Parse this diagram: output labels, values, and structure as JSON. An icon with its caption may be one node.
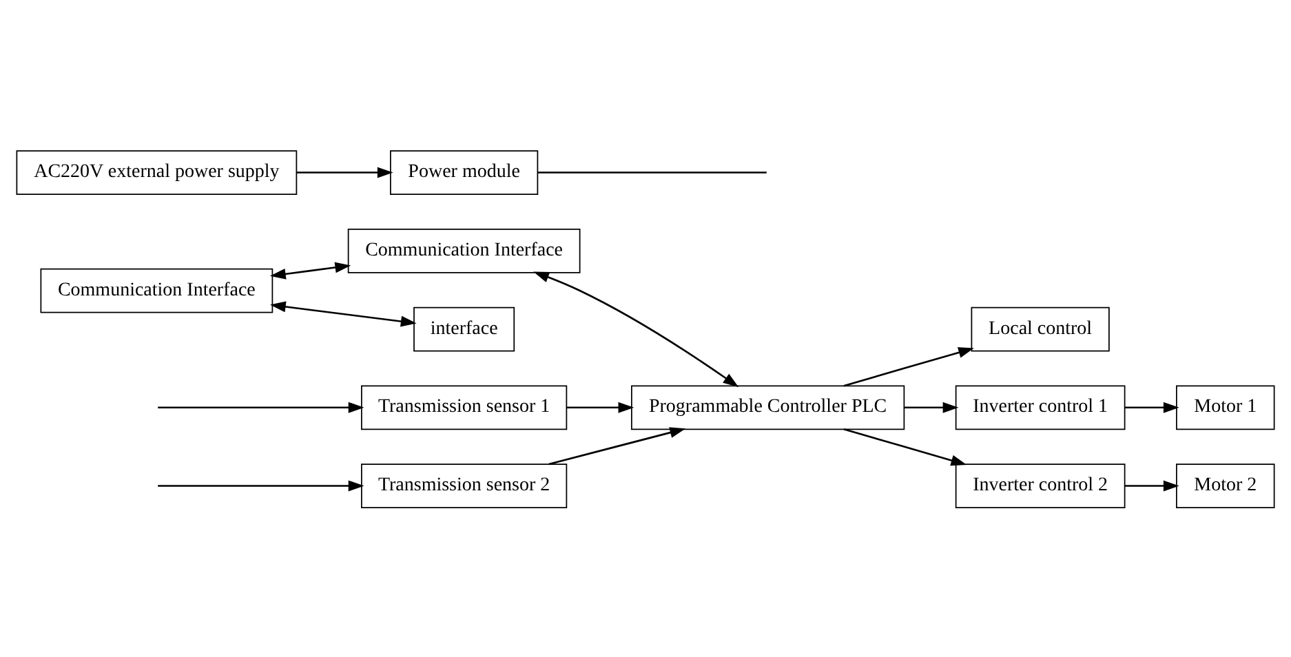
{
  "diagram": {
    "nodes": [
      {
        "text": [
          "Communication Interface"
        ]
      },
      {
        "text": [
          "Communication Interface"
        ]
      },
      {
        "text": [
          "interface"
        ]
      },
      {
        "text": [
          "Local control"
        ]
      },
      {
        "text": [
          "Programmable Controller PLC"
        ]
      },
      {
        "text": [
          "Transmission sensor 1"
        ]
      },
      {
        "text": [
          "Transmission sensor 2"
        ]
      },
      {
        "text": [
          "Inverter control 1"
        ]
      },
      {
        "text": [
          "Inverter control 2"
        ]
      },
      {
        "text": [
          "Motor 1"
        ]
      },
      {
        "text": [
          "Motor 2"
        ]
      },
      {
        "text": [
          "AC220V external power supply"
        ]
      },
      {
        "text": [
          "Power module"
        ]
      }
    ],
    "edges": [
      {
        "from": 0,
        "to": 1,
        "arrow": "both"
      },
      {
        "from": 0,
        "to": 2,
        "arrow": "both"
      },
      {
        "from": 1,
        "to": 4,
        "arrow": "both"
      },
      {
        "from": 4,
        "to": 3,
        "arrow": "to"
      },
      {
        "from": 5,
        "to": 4,
        "arrow": "to"
      },
      {
        "from": 6,
        "to": 4,
        "arrow": "to"
      },
      {
        "from": null,
        "to": 5,
        "arrow": "to"
      },
      {
        "from": null,
        "to": 6,
        "arrow": "to"
      },
      {
        "from": 4,
        "to": 7,
        "arrow": "to"
      },
      {
        "from": 4,
        "to": 8,
        "arrow": "to"
      },
      {
        "from": 7,
        "to": 9,
        "arrow": "to"
      },
      {
        "from": 8,
        "to": 10,
        "arrow": "to"
      },
      {
        "from": 11,
        "to": 12,
        "arrow": "to"
      },
      {
        "from": 12,
        "to": null,
        "arrow": "none"
      }
    ]
  }
}
